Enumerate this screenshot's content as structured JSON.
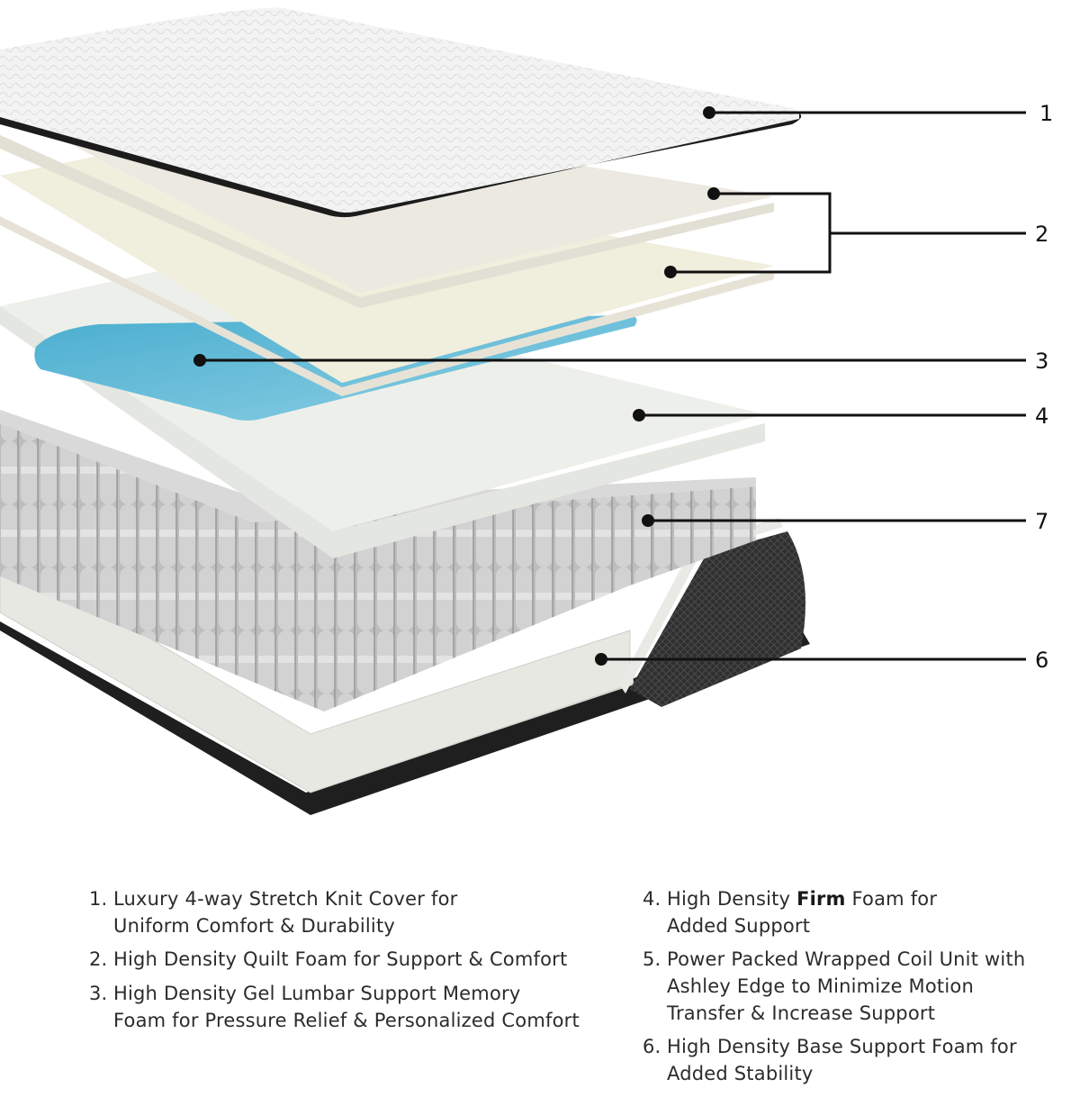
{
  "callouts": [
    {
      "label": "1"
    },
    {
      "label": "2"
    },
    {
      "label": "3"
    },
    {
      "label": "4"
    },
    {
      "label": "7"
    },
    {
      "label": "6"
    }
  ],
  "legend": [
    {
      "num": "1.",
      "lines": [
        "Luxury 4-way Stretch Knit Cover for",
        "Uniform Comfort & Durability"
      ]
    },
    {
      "num": "2.",
      "lines": [
        "High Density Quilt Foam for Support & Comfort"
      ]
    },
    {
      "num": "3.",
      "lines": [
        "High Density Gel Lumbar Support Memory",
        "Foam for Pressure Relief & Personalized Comfort"
      ]
    },
    {
      "num": "4.",
      "line1_pre": "High Density ",
      "line1_bold": "Firm",
      "line1_post": " Foam for",
      "line2": "Added Support"
    },
    {
      "num": "5.",
      "lines": [
        "Power Packed Wrapped Coil Unit with",
        "Ashley Edge to Minimize Motion",
        "Transfer & Increase Support"
      ]
    },
    {
      "num": "6.",
      "lines": [
        "High Density Base Support Foam for",
        "Added Stability"
      ]
    }
  ],
  "colors": {
    "cover": "#f1f1f1",
    "cover_edge": "#1c1c1c",
    "quilt_foam": "#ece9dd",
    "gel_blue": "#58b6d3",
    "firm_foam": "#ecefe9",
    "coils": "#c6c6c6",
    "base_foam": "#e6e6e1",
    "border_fabric": "#2e2e2e",
    "leader_line": "#111111"
  }
}
